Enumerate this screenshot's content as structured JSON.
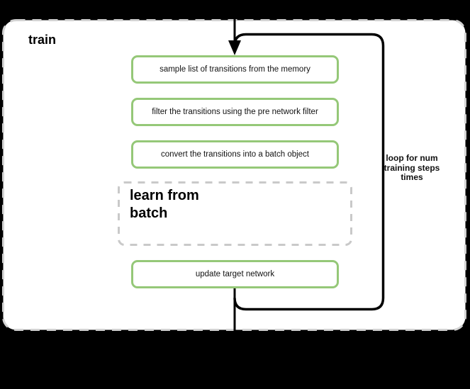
{
  "diagram": {
    "title": "train",
    "steps": [
      {
        "label": "sample list of transitions from the memory"
      },
      {
        "label": "filter the transitions using the pre network filter"
      },
      {
        "label": "convert the transitions into a batch object"
      }
    ],
    "subprocess_label": "learn from batch",
    "final_step_label": "update target network",
    "loop_annotation": "loop for num training steps times",
    "colors": {
      "canvas_background": "#000000",
      "container_fill": "#ffffff",
      "container_border": "#d2d2d2",
      "subprocess_border": "#c9c9c9",
      "node_border": "#95c878",
      "node_fill": "#ffffff",
      "flow_line": "#000000"
    }
  }
}
